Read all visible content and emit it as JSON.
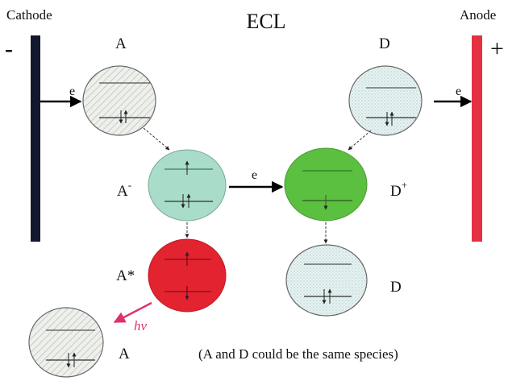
{
  "title": "ECL",
  "electrodes": {
    "cathode": {
      "label": "Cathode",
      "sign": "-"
    },
    "anode": {
      "label": "Anode",
      "sign": "+"
    }
  },
  "species": {
    "A_top": "A",
    "D_top": "D",
    "A_minus": {
      "base": "A",
      "sup": "-"
    },
    "D_plus": {
      "base": "D",
      "sup": "+"
    },
    "A_star": "A*",
    "D_bottom": "D",
    "A_bottom": "A"
  },
  "electron_labels": {
    "cathode_to_A": "e",
    "Aminus_to_Dplus": "e",
    "D_to_anode": "e"
  },
  "photon_label": "hν",
  "note": "(A and D could be the same species)",
  "colors": {
    "cathode": "#12182e",
    "anode": "#e53040",
    "A_ground_fill": "#ebeeea",
    "D_ground_fill": "#e6f2f1",
    "A_minus_fill": "#a9dcc9",
    "D_plus_fill": "#5bbf3f",
    "A_star_fill": "#e32330",
    "photon_arrow": "#e0306a"
  }
}
